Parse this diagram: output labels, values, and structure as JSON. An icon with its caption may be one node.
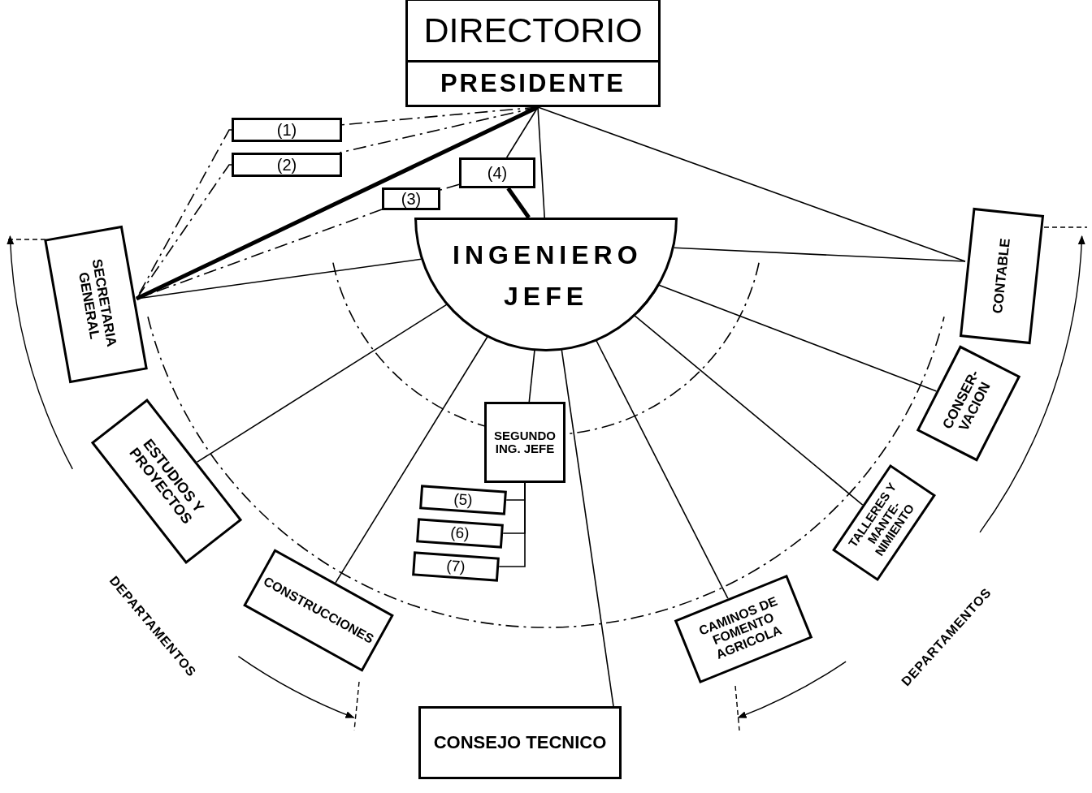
{
  "diagram": {
    "nodes": [
      {
        "text": [
          "DIRECTORIO",
          "PRESIDENTE"
        ]
      },
      {
        "text": [
          "(1)"
        ]
      },
      {
        "text": [
          "(2)"
        ]
      },
      {
        "text": [
          "(4)"
        ]
      },
      {
        "text": [
          "(3)"
        ]
      },
      {
        "text": [
          "INGENIERO JEFE"
        ]
      },
      {
        "text": [
          "SECRETARIA GENERAL"
        ]
      },
      {
        "text": [
          "CONTABLE"
        ]
      },
      {
        "text": [
          "ESTUDIOS Y PROYECTOS"
        ]
      },
      {
        "text": [
          "CONSER- VACION"
        ]
      },
      {
        "text": [
          "SEGUNDO ING. JEFE"
        ]
      },
      {
        "text": [
          "(5)"
        ]
      },
      {
        "text": [
          "(6)"
        ]
      },
      {
        "text": [
          "(7)"
        ]
      },
      {
        "text": [
          "CONSTRUCCIONES"
        ]
      },
      {
        "text": [
          "CAMINOS DE FOMENTO AGRICOLA"
        ]
      },
      {
        "text": [
          "TALLERES Y MANTE- NIMIENTO"
        ]
      },
      {
        "text": [
          "CONSEJO TECNICO"
        ]
      }
    ],
    "edges": [
      {
        "from": 0,
        "to": 5,
        "arrow": "none"
      },
      {
        "from": 0,
        "to": 7,
        "arrow": "none"
      },
      {
        "from": 0,
        "to": 6,
        "arrow": "none",
        "style": "thick"
      },
      {
        "from": 0,
        "to": 3,
        "arrow": "none"
      },
      {
        "from": 3,
        "to": 5,
        "arrow": "none",
        "style": "thick"
      },
      {
        "from": 0,
        "to": 1,
        "arrow": "none",
        "style": "dashed"
      },
      {
        "from": 0,
        "to": 2,
        "arrow": "none",
        "style": "dashed"
      },
      {
        "from": 1,
        "to": 6,
        "arrow": "none",
        "style": "dashed"
      },
      {
        "from": 2,
        "to": 6,
        "arrow": "none",
        "style": "dashed"
      },
      {
        "from": 3,
        "to": 4,
        "arrow": "none",
        "style": "dashed"
      },
      {
        "from": 4,
        "to": 6,
        "arrow": "none",
        "style": "dashed"
      },
      {
        "from": 5,
        "to": 6,
        "arrow": "none"
      },
      {
        "from": 5,
        "to": 8,
        "arrow": "none"
      },
      {
        "from": 5,
        "to": 14,
        "arrow": "none"
      },
      {
        "from": 5,
        "to": 17,
        "arrow": "none"
      },
      {
        "from": 5,
        "to": 10,
        "arrow": "none"
      },
      {
        "from": 5,
        "to": 15,
        "arrow": "none"
      },
      {
        "from": 5,
        "to": 16,
        "arrow": "none"
      },
      {
        "from": 5,
        "to": 9,
        "arrow": "none"
      },
      {
        "from": 5,
        "to": 7,
        "arrow": "none"
      },
      {
        "from": 10,
        "to": 11,
        "arrow": "none"
      },
      {
        "from": 10,
        "to": 12,
        "arrow": "none"
      },
      {
        "from": 10,
        "to": 13,
        "arrow": "none"
      }
    ],
    "labels": [
      "DEPARTAMENTOS",
      "DEPARTAMENTOS"
    ]
  }
}
